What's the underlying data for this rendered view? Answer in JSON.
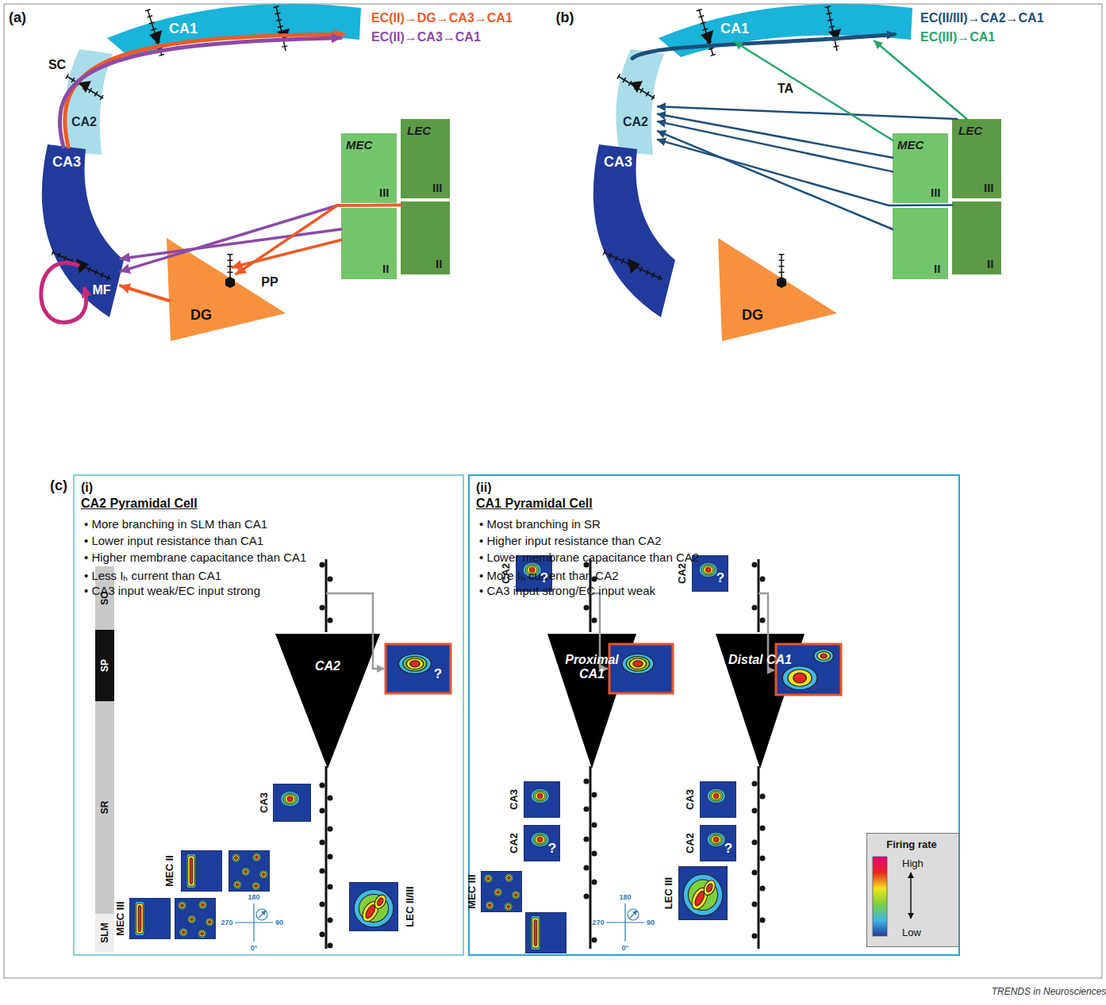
{
  "diagram": {
    "nodes": [
      {
        "text": [
          "CA1"
        ]
      },
      {
        "text": [
          "CA2"
        ]
      },
      {
        "text": [
          "CA3"
        ]
      },
      {
        "text": [
          "DG"
        ]
      },
      {
        "text": [
          "MEC",
          "III"
        ]
      },
      {
        "text": [
          "II"
        ]
      },
      {
        "text": [
          "LEC",
          "III"
        ]
      },
      {
        "text": [
          "II"
        ]
      },
      {
        "text": [
          "CA1"
        ]
      },
      {
        "text": [
          "CA2"
        ]
      },
      {
        "text": [
          "CA3"
        ]
      },
      {
        "text": [
          "DG"
        ]
      },
      {
        "text": [
          "MEC",
          "III"
        ]
      },
      {
        "text": [
          "II"
        ]
      },
      {
        "text": [
          "LEC",
          "III"
        ]
      },
      {
        "text": [
          "II"
        ]
      },
      {
        "text": [
          "(i)",
          "CA2 Pyramidal Cell",
          "• More branching in SLM than CA1",
          "• Lower input resistance than CA1",
          "• Higher membrane capacitance than CA1",
          "• Less Iₕ current than CA1",
          "• CA3 input weak/EC input strong"
        ]
      },
      {
        "text": [
          "SO"
        ],
        "in": 16
      },
      {
        "text": [
          "SP"
        ],
        "in": 16
      },
      {
        "text": [
          "SR"
        ],
        "in": 16
      },
      {
        "text": [
          "SLM"
        ],
        "in": 16
      },
      {
        "text": [
          "CA2"
        ],
        "in": 16
      },
      {
        "text": [
          "(ii)",
          "CA1 Pyramidal Cell",
          "• Most branching in SR",
          "• Higher input resistance than CA2",
          "• Lower membrane capacitance than CA2",
          "• More Iₕ current than CA2",
          "• CA3 input strong/EC input weak"
        ]
      },
      {
        "text": [
          "Proximal CA1"
        ],
        "in": 22
      },
      {
        "text": [
          "Distal CA1"
        ],
        "in": 22
      },
      {
        "text": [
          "Firing rate",
          "High",
          "Low"
        ],
        "in": 22
      }
    ],
    "edges": [
      {
        "from": 5,
        "to": 2,
        "arrow": "to"
      },
      {
        "from": 7,
        "to": 2,
        "arrow": "to"
      },
      {
        "from": 5,
        "to": 3,
        "arrow": "to",
        "label": "PP"
      },
      {
        "from": 7,
        "to": 3,
        "arrow": "to"
      },
      {
        "from": 3,
        "to": 2,
        "arrow": "to",
        "label": "MF"
      },
      {
        "from": 2,
        "to": 0,
        "arrow": "to",
        "label": "SC"
      },
      {
        "from": 2,
        "to": 0,
        "arrow": "to"
      },
      {
        "from": 12,
        "to": 9,
        "arrow": "to"
      },
      {
        "from": 12,
        "to": 9,
        "arrow": "to"
      },
      {
        "from": 13,
        "to": 9,
        "arrow": "to"
      },
      {
        "from": 14,
        "to": 9,
        "arrow": "to"
      },
      {
        "from": 15,
        "to": 9,
        "arrow": "to"
      },
      {
        "from": 9,
        "to": 8,
        "arrow": "to"
      },
      {
        "from": 12,
        "to": 8,
        "arrow": "to",
        "label": "TA"
      },
      {
        "from": 14,
        "to": 8,
        "arrow": "to"
      }
    ],
    "labels": [
      "(a)",
      "(b)",
      "(c)",
      "CA3",
      "MEC II",
      "MEC III",
      "LEC II/III",
      "?",
      "CA2",
      "?",
      "CA3",
      "CA2",
      "?",
      "MEC III",
      "CA2",
      "?",
      "CA3",
      "CA2",
      "?",
      "LEC III",
      "180",
      "90",
      "0°",
      "270",
      "180",
      "90",
      "0°",
      "270",
      "TRENDS in Neurosciences"
    ],
    "legend": [
      {
        "text": "EC(II)→DG→CA3→CA1",
        "color": "#ee5a26"
      },
      {
        "text": "EC(II)→CA3→CA1",
        "color": "#8d4aa6"
      },
      {
        "text": "EC(II/III)→CA2→CA1",
        "color": "#1d4f7a"
      },
      {
        "text": "EC(III)→CA1",
        "color": "#27a46b"
      }
    ]
  }
}
